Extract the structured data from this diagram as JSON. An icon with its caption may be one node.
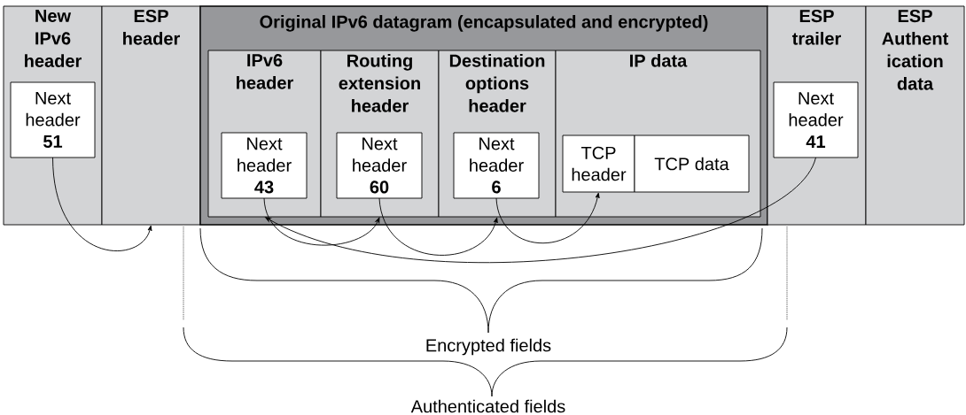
{
  "diagram": {
    "nodes": [
      {
        "text": [
          "New IPv6 header"
        ]
      },
      {
        "text": [
          "Next header",
          "51"
        ],
        "in": 0
      },
      {
        "text": [
          "ESP header"
        ]
      },
      {
        "text": [
          "Original IPv6 datagram (encapsulated and encrypted)"
        ]
      },
      {
        "text": [
          "IPv6 header"
        ],
        "in": 3
      },
      {
        "text": [
          "Next header",
          "43"
        ],
        "in": 4
      },
      {
        "text": [
          "Routing extension header"
        ],
        "in": 3
      },
      {
        "text": [
          "Next header",
          "60"
        ],
        "in": 6
      },
      {
        "text": [
          "Destination options header"
        ],
        "in": 3
      },
      {
        "text": [
          "Next header",
          "6"
        ],
        "in": 8
      },
      {
        "text": [
          "IP data"
        ],
        "in": 3
      },
      {
        "text": [
          "TCP header"
        ],
        "in": 10
      },
      {
        "text": [
          "TCP data"
        ],
        "in": 10
      },
      {
        "text": [
          "ESP trailer"
        ]
      },
      {
        "text": [
          "Next header",
          "41"
        ],
        "in": 13
      },
      {
        "text": [
          "ESP Authent ication data"
        ]
      }
    ],
    "edges": [
      {
        "from": 1,
        "to": 2,
        "arrow": "to"
      },
      {
        "from": 5,
        "to": 6,
        "arrow": "to"
      },
      {
        "from": 7,
        "to": 8,
        "arrow": "to"
      },
      {
        "from": 9,
        "to": 11,
        "arrow": "to"
      },
      {
        "from": 14,
        "to": 4,
        "arrow": "to"
      }
    ],
    "labels": [
      "Encrypted fields",
      "Authenticated fields"
    ]
  }
}
